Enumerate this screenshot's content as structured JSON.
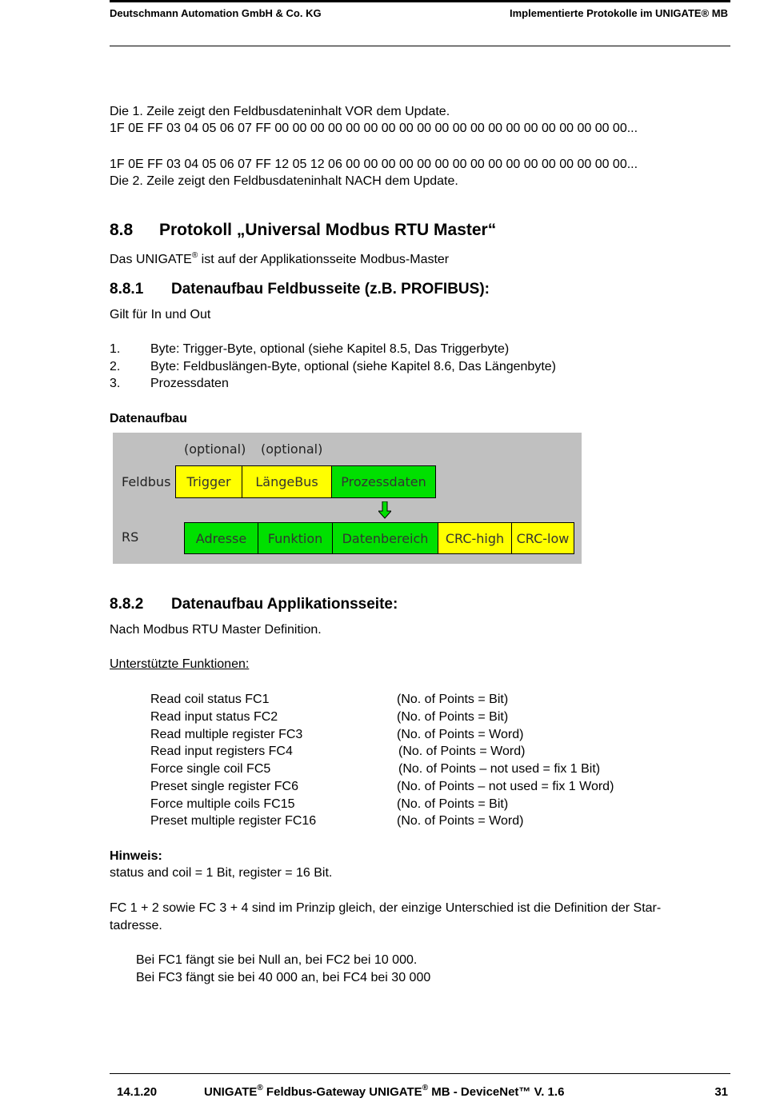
{
  "header": {
    "left": "Deutschmann Automation GmbH & Co. KG",
    "right": "Implementierte Protokolle im UNIGATE® MB"
  },
  "intro": {
    "line1": "Die 1. Zeile zeigt den Feldbusdateninhalt VOR dem Update.",
    "hex1": "1F 0E FF 03 04 05 06 07 FF 00 00 00 00 00 00 00 00 00 00 00 00 00 00 00 00 00 00 00 00...",
    "hex2": "1F 0E FF 03 04 05 06 07 FF 12 05 12 06 00 00 00 00 00 00 00 00 00 00 00 00 00 00 00 00...",
    "line2": "Die 2. Zeile zeigt den Feldbusdateninhalt NACH dem Update."
  },
  "section_8_8": {
    "number": "8.8",
    "title": "Protokoll „Universal Modbus RTU Master“",
    "text_before": "Das UNIGATE",
    "reg": "®",
    "text_after": " ist auf der Applikationsseite Modbus-Master"
  },
  "section_8_8_1": {
    "number": "8.8.1",
    "title": "Datenaufbau Feldbusseite (z.B. PROFIBUS):",
    "intro": "Gilt für In und Out",
    "list": [
      {
        "num": "1.",
        "text": "Byte: Trigger-Byte, optional (siehe Kapitel 8.5, Das Triggerbyte)"
      },
      {
        "num": "2.",
        "text": "Byte: Feldbuslängen-Byte, optional (siehe Kapitel 8.6, Das Längenbyte)"
      },
      {
        "num": "3.",
        "text": "Prozessdaten"
      }
    ],
    "datenaufbau_label": "Datenaufbau"
  },
  "diagram": {
    "optional1": "(optional)",
    "optional2": "(optional)",
    "row1_label": "Feldbus",
    "row2_label": "RS",
    "row1_cells": [
      "Trigger",
      "LängeBus",
      "Prozessdaten"
    ],
    "row2_cells": [
      "Adresse",
      "Funktion",
      "Datenbereich",
      "CRC-high",
      "CRC-low"
    ],
    "colors": {
      "background": "#c0c0c0",
      "yellow": "#ffff00",
      "green": "#00e000",
      "arrow": "#00e000"
    },
    "arrow_icon": "arrow-down-icon"
  },
  "section_8_8_2": {
    "number": "8.8.2",
    "title": "Datenaufbau Applikationsseite:",
    "text": "Nach Modbus RTU Master Definition.",
    "functions_label": "Unterstützte Funktionen:",
    "functions": [
      {
        "name": "Read coil status FC1",
        "points": "(No. of Points = Bit)"
      },
      {
        "name": "Read input status FC2",
        "points": "(No. of Points = Bit)"
      },
      {
        "name": "Read multiple register FC3",
        "points": "(No. of Points = Word)"
      },
      {
        "name": "Read input registers FC4",
        "points": "(No. of Points = Word)"
      },
      {
        "name": "Force single coil FC5",
        "points": "(No. of Points – not used = fix 1 Bit)"
      },
      {
        "name": "Preset single register FC6",
        "points": "(No. of Points – not used = fix 1 Word)"
      },
      {
        "name": "Force multiple coils FC15",
        "points": "(No. of Points = Bit)"
      },
      {
        "name": "Preset multiple register FC16",
        "points": "(No. of Points = Word)"
      }
    ]
  },
  "note": {
    "label": "Hinweis:",
    "text": "status and coil = 1 Bit, register = 16 Bit.",
    "para_line1": "FC 1 + 2 sowie FC 3 + 4 sind im Prinzip gleich, der einzige Unterschied ist die Definition der Star-",
    "para_line2": "tadresse.",
    "indent1": "Bei FC1 fängt sie bei Null an, bei FC2 bei 10 000.",
    "indent2": "Bei FC3 fängt sie bei 40 000 an, bei FC4 bei 30 000"
  },
  "footer": {
    "date": "14.1.20",
    "title_part1": "UNIGATE",
    "reg1": "®",
    "title_part2": " Feldbus-Gateway UNIGATE",
    "reg2": "®",
    "title_part3": " MB - DeviceNet™ V. 1.6",
    "page": "31"
  }
}
